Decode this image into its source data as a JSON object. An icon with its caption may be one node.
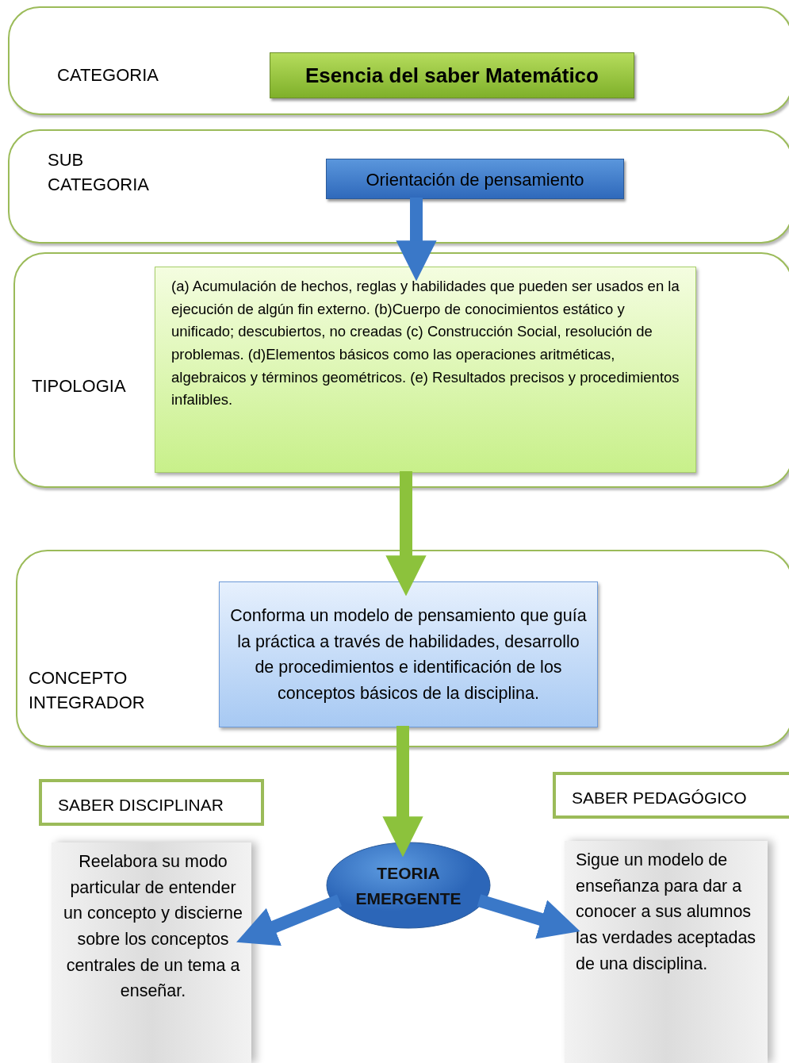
{
  "diagram": {
    "nodes": [
      {
        "text": [
          "CATEGORIA"
        ]
      },
      {
        "text": [
          "Esencia del saber Matemático"
        ],
        "in": 0
      },
      {
        "text": [
          "SUB CATEGORIA"
        ]
      },
      {
        "text": [
          "Orientación de pensamiento"
        ],
        "in": 2
      },
      {
        "text": [
          "TIPOLOGIA"
        ]
      },
      {
        "text": [
          "(a) Acumulación de hechos, reglas y habilidades que pueden ser usados en la ejecución de algún fin externo. (b)Cuerpo de conocimientos estático y unificado; descubiertos, no creadas (c) Construcción Social, resolución de problemas. (d)Elementos básicos como las operaciones aritméticas, algebraicos y términos geométricos. (e) Resultados precisos y procedimientos infalibles."
        ],
        "in": 4
      },
      {
        "text": [
          "CONCEPTO INTEGRADOR"
        ]
      },
      {
        "text": [
          "Conforma un modelo de pensamiento que guía la práctica a través de habilidades, desarrollo de procedimientos e identificación de los conceptos básicos de la disciplina."
        ],
        "in": 6
      },
      {
        "text": [
          "SABER DISCIPLINAR"
        ]
      },
      {
        "text": [
          "Reelabora su modo particular de entender un concepto y discierne sobre los conceptos centrales de un tema a enseñar."
        ]
      },
      {
        "text": [
          "TEORIA EMERGENTE"
        ]
      },
      {
        "text": [
          "SABER PEDAGÓGICO"
        ]
      },
      {
        "text": [
          "Sigue un modelo de enseñanza para dar a conocer a sus alumnos las verdades aceptadas de una disciplina."
        ]
      }
    ],
    "edges": [
      {
        "from": 3,
        "to": 5,
        "arrow": "to"
      },
      {
        "from": 5,
        "to": 7,
        "arrow": "to",
        "color": "#8cc23c"
      },
      {
        "from": 7,
        "to": 10,
        "arrow": "to",
        "color": "#8cc23c"
      },
      {
        "from": 10,
        "to": 9,
        "arrow": "to"
      },
      {
        "from": 10,
        "to": 12,
        "arrow": "to"
      }
    ]
  }
}
